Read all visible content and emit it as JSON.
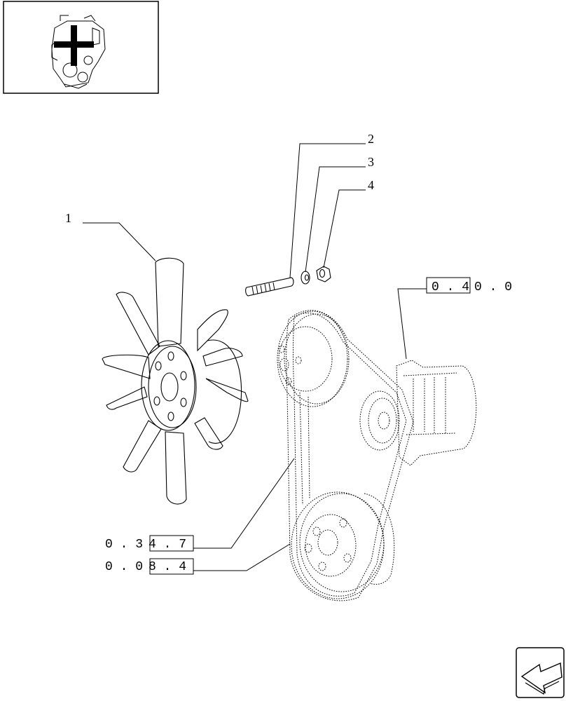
{
  "icons": {
    "thumbnail": "engine-thumbnail-icon",
    "nav": "return-arrow-icon"
  },
  "callouts": [
    {
      "number": "1"
    },
    {
      "number": "2"
    },
    {
      "number": "3"
    },
    {
      "number": "4"
    }
  ],
  "references": [
    {
      "boxed": "0 . 4",
      "rest": "0 . 0"
    },
    {
      "plain": "0 . 3",
      "boxed": "4 . 7"
    },
    {
      "plain": "0 . 0",
      "boxed": "8 . 4"
    }
  ]
}
